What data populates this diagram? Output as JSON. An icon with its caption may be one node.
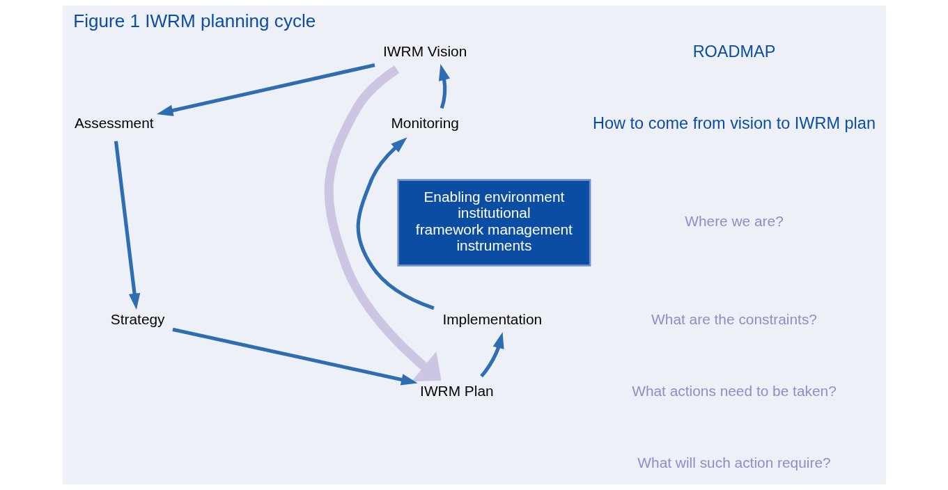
{
  "diagram": {
    "title": "Figure 1 IWRM planning cycle",
    "nodes": [
      {
        "text": [
          "IWRM Vision"
        ]
      },
      {
        "text": [
          "Assessment"
        ]
      },
      {
        "text": [
          "Strategy"
        ]
      },
      {
        "text": [
          "IWRM Plan"
        ]
      },
      {
        "text": [
          "Implementation"
        ]
      },
      {
        "text": [
          "Monitoring"
        ]
      },
      {
        "text": [
          "Enabling environment institutional framework management instruments"
        ]
      }
    ],
    "edges": [
      {
        "from": 0,
        "to": 1,
        "arrow": "to"
      },
      {
        "from": 1,
        "to": 2,
        "arrow": "to"
      },
      {
        "from": 2,
        "to": 3,
        "arrow": "to"
      },
      {
        "from": 3,
        "to": 4,
        "arrow": "to"
      },
      {
        "from": 4,
        "to": 5,
        "arrow": "to"
      },
      {
        "from": 5,
        "to": 0,
        "arrow": "to"
      },
      {
        "from": 0,
        "to": 3,
        "arrow": "to",
        "style": "thick",
        "color": "#cdc6e3"
      }
    ],
    "labels": [
      "ROADMAP",
      "How to come from vision to IWRM plan",
      "Where we are?",
      "What are the constraints?",
      "What actions need to be taken?",
      "What will such action require?"
    ]
  }
}
